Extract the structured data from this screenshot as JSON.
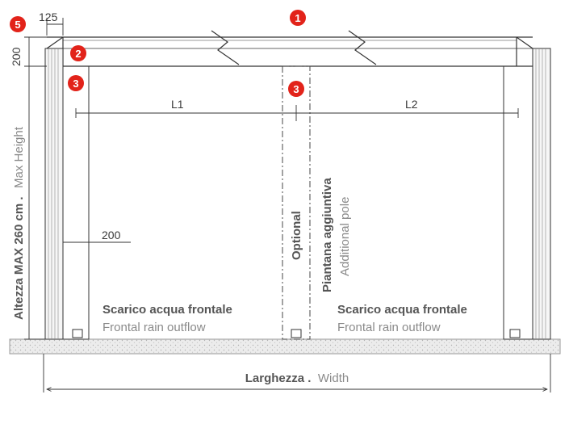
{
  "dimensions": {
    "top_offset": "125",
    "beam_height": "200",
    "post_width": "200",
    "span_left": "L1",
    "span_right": "L2"
  },
  "height_label": {
    "bold": "Altezza MAX 260 cm .",
    "light": "Max Height"
  },
  "width_label": {
    "bold": "Larghezza .",
    "light": "Width"
  },
  "optional_pole": {
    "optional": "Optional",
    "name_it": "Piantana aggiuntiva",
    "name_en": "Additional pole"
  },
  "outflow_left": {
    "it": "Scarico acqua frontale",
    "en": "Frontal rain outflow"
  },
  "outflow_right": {
    "it": "Scarico acqua frontale",
    "en": "Frontal rain outflow"
  },
  "badges": {
    "roof": "1",
    "beam": "2",
    "post_left": "3",
    "post_center": "3",
    "gutter": "5"
  },
  "colors": {
    "badge": "#e2231a",
    "line": "#333333",
    "ground": "#ededed"
  }
}
